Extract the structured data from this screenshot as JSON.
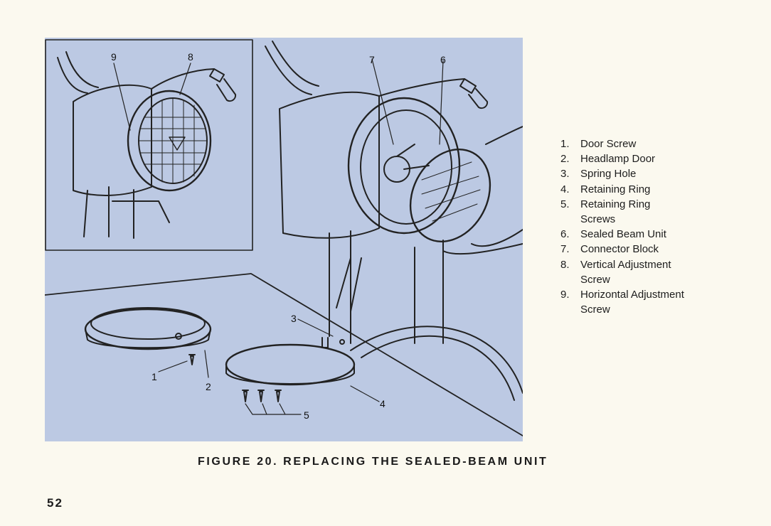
{
  "figure": {
    "caption": "FIGURE 20. REPLACING THE SEALED-BEAM UNIT",
    "callouts": [
      "9",
      "8",
      "7",
      "6",
      "3",
      "1",
      "2",
      "4",
      "5"
    ]
  },
  "legend": [
    {
      "num": "1.",
      "text": "Door Screw"
    },
    {
      "num": "2.",
      "text": "Headlamp Door"
    },
    {
      "num": "3.",
      "text": "Spring Hole"
    },
    {
      "num": "4.",
      "text": "Retaining Ring"
    },
    {
      "num": "5.",
      "text": "Retaining Ring Screws"
    },
    {
      "num": "6.",
      "text": "Sealed Beam Unit"
    },
    {
      "num": "7.",
      "text": "Connector Block"
    },
    {
      "num": "8.",
      "text": "Vertical Adjustment Screw"
    },
    {
      "num": "9.",
      "text": "Horizontal Adjustment Screw"
    }
  ],
  "page_number": "52"
}
